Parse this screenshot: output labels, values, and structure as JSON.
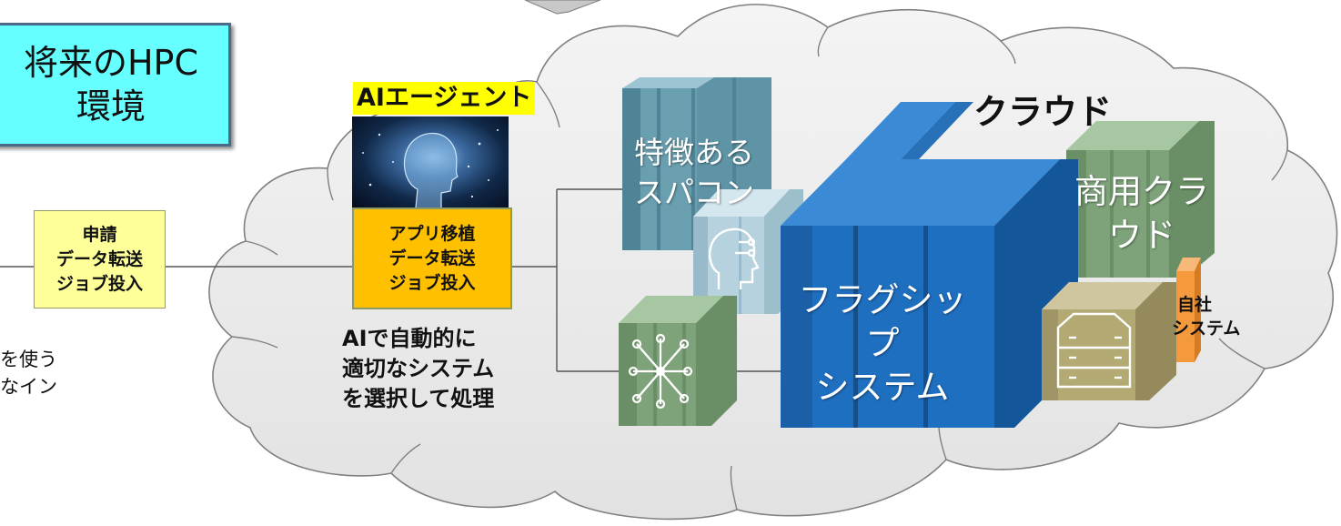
{
  "title_box": {
    "line1": "将来のHPC",
    "line2": "環境"
  },
  "user_box": {
    "lines": [
      "申請",
      "データ転送",
      "ジョブ投入"
    ]
  },
  "left_note": {
    "line1": "を使う",
    "line2": "なイン"
  },
  "agent": {
    "label": "AIエージェント",
    "box_lines": [
      "アプリ移植",
      "データ転送",
      "ジョブ投入"
    ],
    "note_lines": [
      "AIで自動的に",
      "適切なシステム",
      "を選択して処理"
    ]
  },
  "cloud": {
    "label": "クラウド"
  },
  "systems": {
    "top_supercomputer": [
      "特徴ある",
      "スパコン"
    ],
    "commercial_cloud": [
      "商用クラ",
      "ウド"
    ],
    "flagship": [
      "フラグシップ",
      "システム"
    ],
    "own_system": [
      "自社",
      "システム"
    ]
  },
  "colors": {
    "title_bg": "#66ffff",
    "user_box_bg": "#ffff99",
    "agent_box_bg": "#ffc000",
    "agent_label_bg": "#ffff00",
    "flagship_blue": "#1f6fc0",
    "teal_server": "#6a9fb0",
    "green_server": "#7ea27a",
    "light_blue_server": "#b6d2de",
    "olive_server": "#b3a973",
    "orange_server": "#f59a3c",
    "cloud_fill": "#eeeeee"
  }
}
